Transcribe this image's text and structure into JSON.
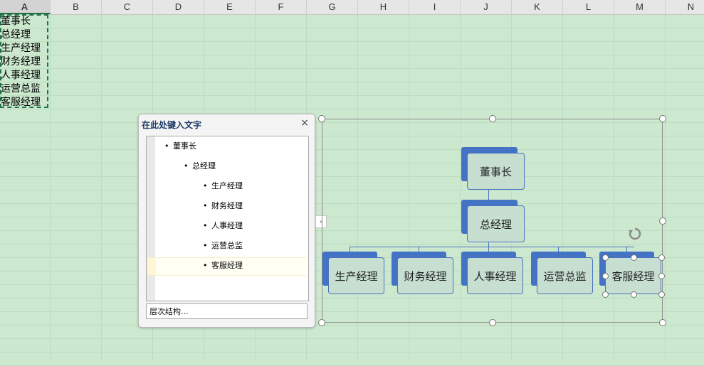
{
  "columns": [
    "A",
    "B",
    "C",
    "D",
    "E",
    "F",
    "G",
    "H",
    "I",
    "J",
    "K",
    "L",
    "M",
    "N"
  ],
  "cells_a": [
    "董事长",
    "总经理",
    "生产经理",
    "财务经理",
    "人事经理",
    "运营总监",
    "客服经理"
  ],
  "text_pane": {
    "title": "在此处键入文字",
    "close_glyph": "×",
    "items": [
      {
        "level": 0,
        "text": "董事长"
      },
      {
        "level": 1,
        "text": "总经理"
      },
      {
        "level": 2,
        "text": "生产经理"
      },
      {
        "level": 2,
        "text": "财务经理"
      },
      {
        "level": 2,
        "text": "人事经理"
      },
      {
        "level": 2,
        "text": "运营总监"
      },
      {
        "level": 2,
        "text": "客服经理"
      }
    ],
    "footer": "层次结构...",
    "toggle_glyph": "›"
  },
  "org_chart": {
    "root": "董事长",
    "manager": "总经理",
    "children": [
      "生产经理",
      "财务经理",
      "人事经理",
      "运营总监",
      "客服经理"
    ],
    "selected_child": "客服经理"
  },
  "colors": {
    "sheet_background": "#cce8cf",
    "node_fill": "#c6dfd0",
    "node_accent": "#4472c4",
    "selection": "#217346"
  },
  "icons": {
    "rotate": "rotate-handle-icon",
    "close": "close-icon"
  }
}
